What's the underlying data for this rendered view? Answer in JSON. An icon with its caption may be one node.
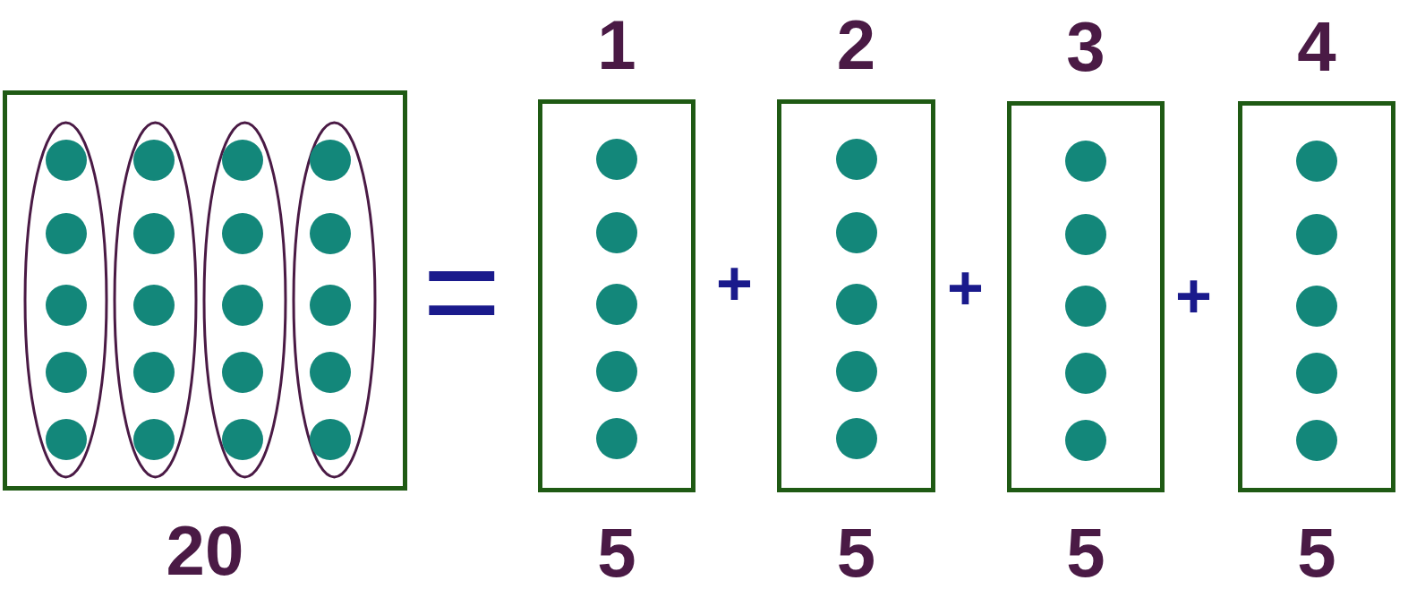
{
  "diagram": {
    "nodes": [
      {
        "text": [],
        "shape": "box",
        "beside": [
          "20"
        ]
      },
      {
        "text": [],
        "shape": "ellipse",
        "in": 0
      },
      {
        "text": [],
        "shape": "ellipse",
        "in": 0
      },
      {
        "text": [],
        "shape": "ellipse",
        "in": 0
      },
      {
        "text": [],
        "shape": "ellipse",
        "in": 0
      },
      {
        "text": [],
        "shape": "box",
        "beside": [
          "1",
          "5"
        ]
      },
      {
        "text": [],
        "shape": "box",
        "beside": [
          "2",
          "5"
        ]
      },
      {
        "text": [],
        "shape": "box",
        "beside": [
          "3",
          "5"
        ]
      },
      {
        "text": [],
        "shape": "box",
        "beside": [
          "4",
          "5"
        ]
      }
    ],
    "edges": [],
    "labels": [
      "=",
      "+",
      "+",
      "+"
    ]
  }
}
